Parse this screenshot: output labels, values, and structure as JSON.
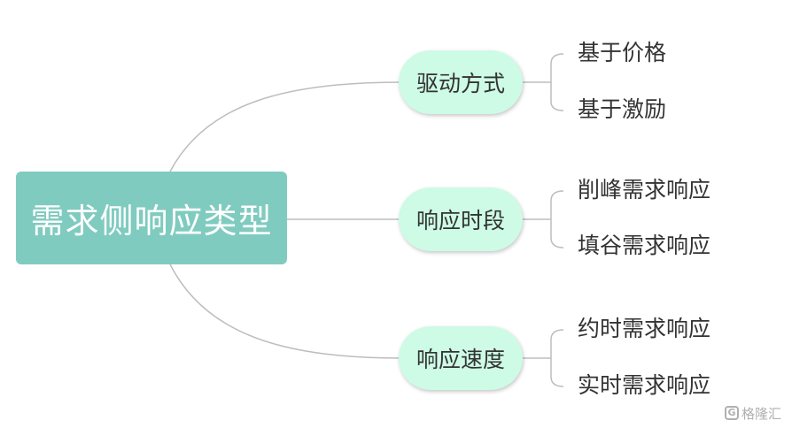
{
  "root": {
    "label": "需求侧响应类型"
  },
  "branches": [
    {
      "label": "驱动方式",
      "children": [
        "基于价格",
        "基于激励"
      ]
    },
    {
      "label": "响应时段",
      "children": [
        "削峰需求响应",
        "填谷需求响应"
      ]
    },
    {
      "label": "响应速度",
      "children": [
        "约时需求响应",
        "实时需求响应"
      ]
    }
  ],
  "watermark": {
    "text": "格隆汇"
  },
  "colors": {
    "root_fill": "#80cbbf",
    "branch_fill": "#cdfbe6",
    "connector": "#bdbdbd",
    "text": "#333333"
  }
}
